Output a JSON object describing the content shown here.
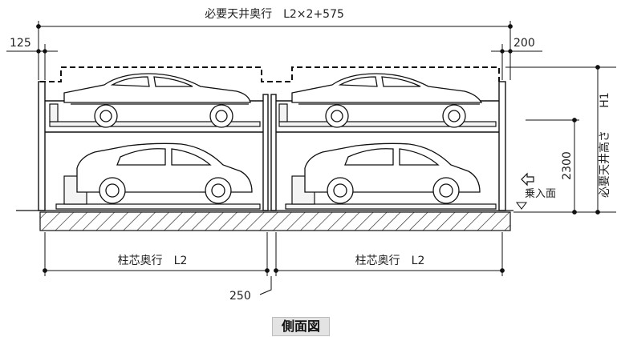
{
  "labels": {
    "top_overall_depth": "必要天井奥行　L2×2+575",
    "left_offset": "125",
    "right_offset": "200",
    "h1": "H1",
    "ceiling_height": "必要天井高さ",
    "lower_height": "2300",
    "entry_side": "乗入面",
    "pillar_depth_left": "柱芯奥行　L2",
    "pillar_depth_right": "柱芯奥行　L2",
    "center_gap": "250"
  },
  "caption": "側面図",
  "colors": {
    "line": "#1a1a1a",
    "caption_bg": "#e3e3e3"
  }
}
